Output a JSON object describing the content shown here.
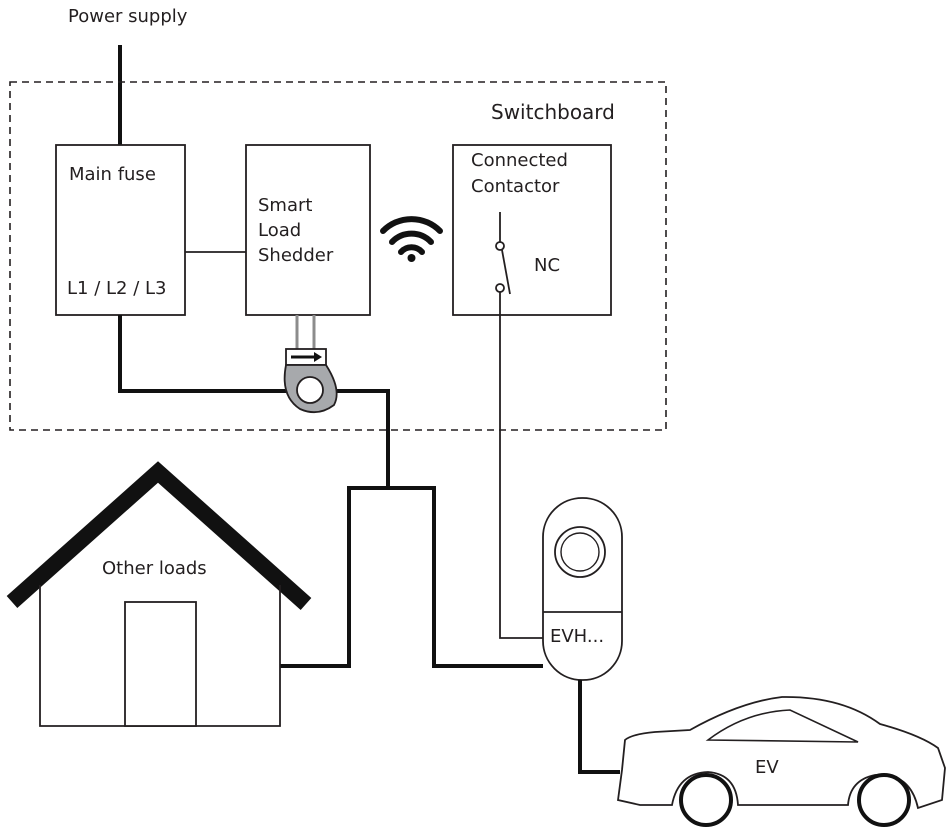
{
  "labels": {
    "power_supply": "Power supply",
    "switchboard": "Switchboard",
    "main_fuse": "Main fuse",
    "phases": "L1 / L2 / L3",
    "smart_line1": "Smart",
    "smart_line2": "Load",
    "smart_line3": "Shedder",
    "contactor_line1": "Connected",
    "contactor_line2": "Contactor",
    "nc": "NC",
    "other_loads": "Other loads",
    "charger": "EVH...",
    "ev": "EV"
  },
  "icons": {
    "wireless": "wifi-icon",
    "current_sensor": "current-clamp-icon"
  },
  "colors": {
    "stroke": "#231f20",
    "clamp": "#a7a9ac"
  }
}
